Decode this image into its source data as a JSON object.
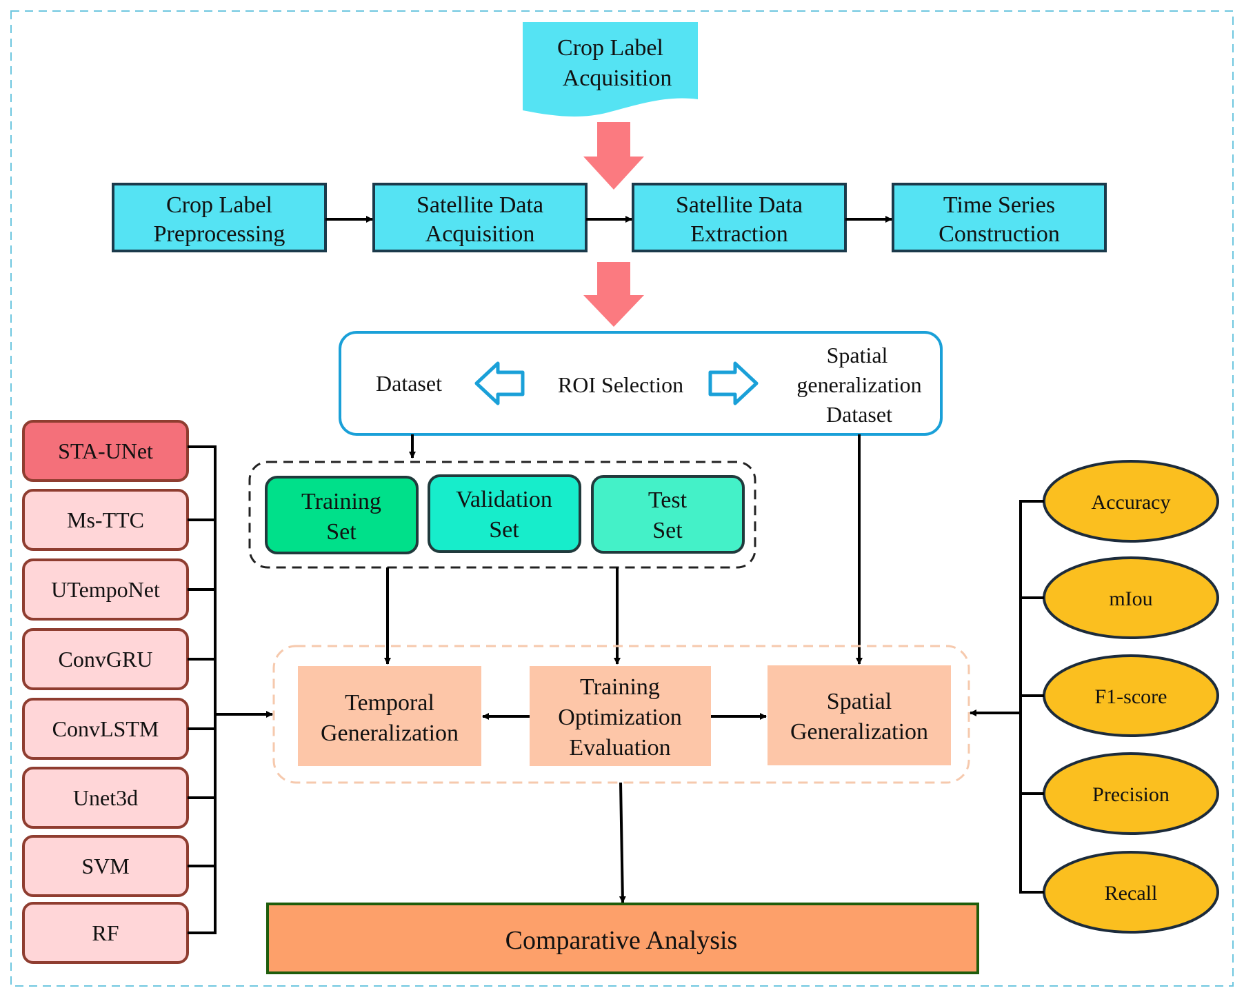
{
  "colors": {
    "cyan_box": "#55e3f3",
    "pink_arrow": "#fb7a80",
    "roi_border": "#1aa0d8",
    "training": "#00e08a",
    "validation": "#17edcb",
    "test": "#44f1c8",
    "model_top": "#f4707a",
    "model_other": "#ffd6d8",
    "model_border": "#8f3d30",
    "salmon": "#fdc6a8",
    "metric": "#fbbf1f",
    "comparative": "#fda06a",
    "comparative_border": "#1f5d0c"
  },
  "acquisition": {
    "line1": "Crop Label",
    "line2": "Acquisition"
  },
  "pipeline": [
    {
      "line1": "Crop Label",
      "line2": "Preprocessing"
    },
    {
      "line1": "Satellite Data",
      "line2": "Acquisition"
    },
    {
      "line1": "Satellite Data",
      "line2": "Extraction"
    },
    {
      "line1": "Time Series",
      "line2": "Construction"
    }
  ],
  "roi": {
    "dataset": "Dataset",
    "selection": "ROI Selection",
    "spatial_line1": "Spatial",
    "spatial_line2": "generalization",
    "spatial_line3": "Dataset"
  },
  "splits": [
    {
      "line1": "Training",
      "line2": "Set"
    },
    {
      "line1": "Validation",
      "line2": "Set"
    },
    {
      "line1": "Test",
      "line2": "Set"
    }
  ],
  "models": [
    "STA-UNet",
    "Ms-TTC",
    "UTempoNet",
    "ConvGRU",
    "ConvLSTM",
    "Unet3d",
    "SVM",
    "RF"
  ],
  "generalization": {
    "temporal_line1": "Temporal",
    "temporal_line2": "Generalization",
    "training_line1": "Training",
    "training_line2": "Optimization",
    "training_line3": "Evaluation",
    "spatial_line1": "Spatial",
    "spatial_line2": "Generalization"
  },
  "metrics": [
    "Accuracy",
    "mIou",
    "F1-score",
    "Precision",
    "Recall"
  ],
  "comparative": "Comparative Analysis"
}
